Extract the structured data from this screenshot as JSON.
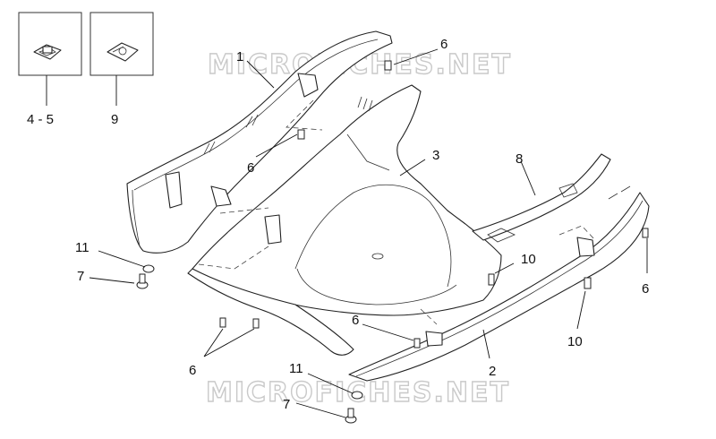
{
  "watermark": "MICROFICHES.NET",
  "callouts": [
    {
      "id": "c1",
      "text": "1"
    },
    {
      "id": "c2",
      "text": "2"
    },
    {
      "id": "c3",
      "text": "3"
    },
    {
      "id": "c4_5",
      "text": "4 - 5"
    },
    {
      "id": "c6a",
      "text": "6"
    },
    {
      "id": "c6b",
      "text": "6"
    },
    {
      "id": "c6c",
      "text": "6"
    },
    {
      "id": "c6d",
      "text": "6"
    },
    {
      "id": "c6e",
      "text": "6"
    },
    {
      "id": "c7a",
      "text": "7"
    },
    {
      "id": "c7b",
      "text": "7"
    },
    {
      "id": "c8",
      "text": "8"
    },
    {
      "id": "c9",
      "text": "9"
    },
    {
      "id": "c10a",
      "text": "10"
    },
    {
      "id": "c10b",
      "text": "10"
    },
    {
      "id": "c11a",
      "text": "11"
    },
    {
      "id": "c11b",
      "text": "11"
    }
  ]
}
